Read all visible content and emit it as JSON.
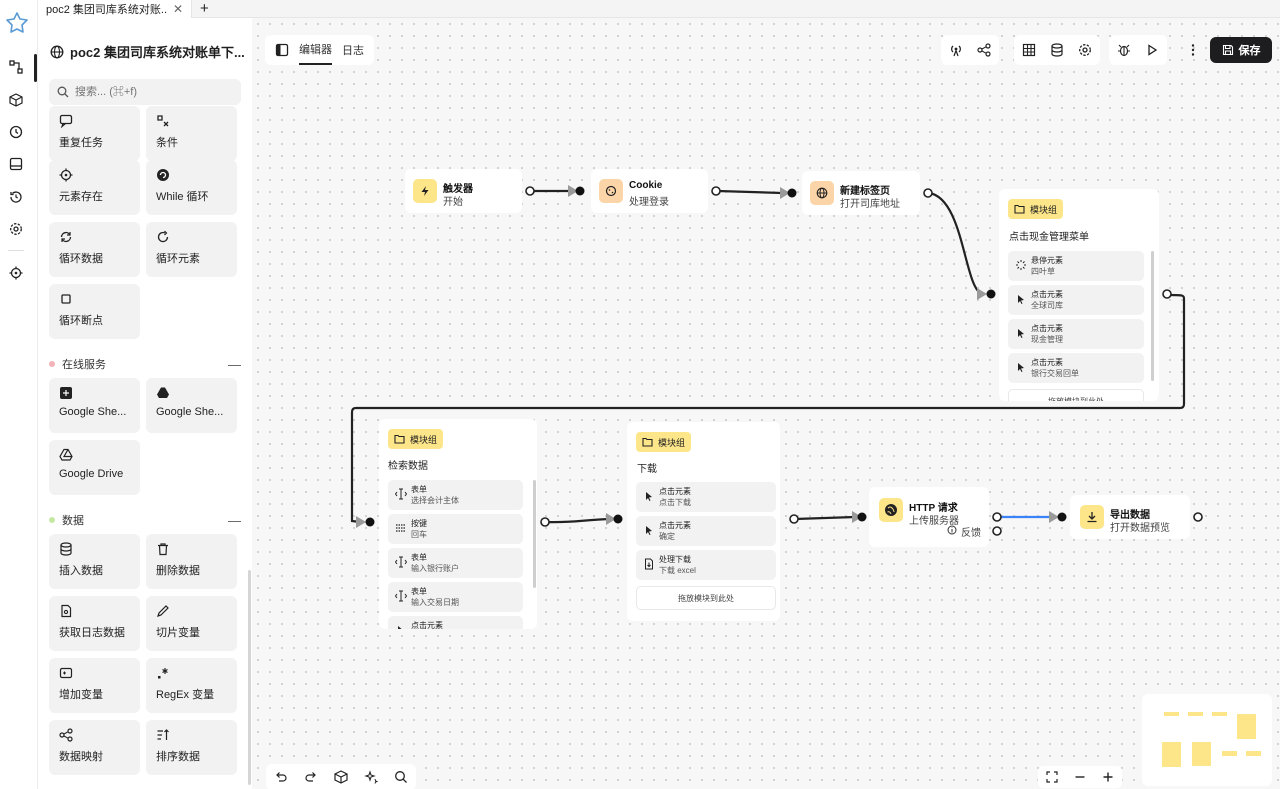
{
  "tab": {
    "title": "poc2 集团司库系统对账...",
    "close": "✕",
    "add": "+"
  },
  "panel": {
    "title": "poc2 集团司库系统对账单下...",
    "search_placeholder": "搜索... (⌘+f)",
    "top_cards": [
      {
        "label": "重复任务",
        "icon": "chat-icon"
      },
      {
        "label": "条件",
        "icon": "condition-icon"
      },
      {
        "label": "元素存在",
        "icon": "target-icon"
      },
      {
        "label": "While 循环",
        "icon": "while-icon"
      },
      {
        "label": "循环数据",
        "icon": "loop-icon"
      },
      {
        "label": "循环元素",
        "icon": "loop-element-icon"
      },
      {
        "label": "循环断点",
        "icon": "stop-icon"
      }
    ],
    "section_online": {
      "label": "在线服务",
      "color": "#f2b3b8",
      "toggle": "—"
    },
    "online_cards": [
      {
        "label": "Google She...",
        "icon": "sheets-icon"
      },
      {
        "label": "Google She...",
        "icon": "drive-icon"
      },
      {
        "label": "Google Drive",
        "icon": "drive-icon"
      }
    ],
    "section_data": {
      "label": "数据",
      "color": "#c5e7a1",
      "toggle": "—"
    },
    "data_cards": [
      {
        "label": "插入数据",
        "icon": "database-icon"
      },
      {
        "label": "删除数据",
        "icon": "trash-icon"
      },
      {
        "label": "获取日志数据",
        "icon": "log-file-icon"
      },
      {
        "label": "切片变量",
        "icon": "pen-icon"
      },
      {
        "label": "增加变量",
        "icon": "variable-icon"
      },
      {
        "label": "RegEx 变量",
        "icon": "regex-icon"
      },
      {
        "label": "数据映射",
        "icon": "map-data-icon"
      },
      {
        "label": "排序数据",
        "icon": "sort-icon"
      }
    ]
  },
  "editor": {
    "tab_editor": "编辑器",
    "tab_log": "日志",
    "save_label": "保存"
  },
  "nodes": {
    "trigger": {
      "title": "触发器",
      "sub": "开始",
      "color": "#fde68a"
    },
    "cookie": {
      "title": "Cookie",
      "sub": "处理登录",
      "color": "#fbd5a8"
    },
    "newtab": {
      "title": "新建标签页",
      "sub": "打开司库地址",
      "color": "#fbd5a8"
    },
    "group1": {
      "badge": "模块组",
      "title": "点击现金管理菜单",
      "items": [
        {
          "title": "悬停元素",
          "sub": "四叶草"
        },
        {
          "title": "点击元素",
          "sub": "全球司库"
        },
        {
          "title": "点击元素",
          "sub": "现金管理"
        },
        {
          "title": "点击元素",
          "sub": "银行交易回单"
        }
      ],
      "drop": "拖放模块到此处"
    },
    "group2": {
      "badge": "模块组",
      "title": "检索数据",
      "items": [
        {
          "title": "表单",
          "sub": "选择会计主体"
        },
        {
          "title": "按键",
          "sub": "回车"
        },
        {
          "title": "表单",
          "sub": "输入银行账户"
        },
        {
          "title": "表单",
          "sub": "输入交易日期"
        },
        {
          "title": "点击元素",
          "sub": ""
        }
      ]
    },
    "group3": {
      "badge": "模块组",
      "title": "下载",
      "items": [
        {
          "title": "点击元素",
          "sub": "点击下载"
        },
        {
          "title": "点击元素",
          "sub": "确定"
        },
        {
          "title": "处理下载",
          "sub": "下载 excel"
        }
      ],
      "drop": "拖放模块到此处"
    },
    "http": {
      "title": "HTTP 请求",
      "sub": "上传服务器",
      "fallback": "反馈",
      "color": "#fde68a"
    },
    "export": {
      "title": "导出数据",
      "sub": "打开数据预览",
      "color": "#fde68a"
    }
  },
  "colors": {
    "accent": "#1d1d1f",
    "badge": "#fde68a",
    "edge_active": "#3b82f6"
  }
}
